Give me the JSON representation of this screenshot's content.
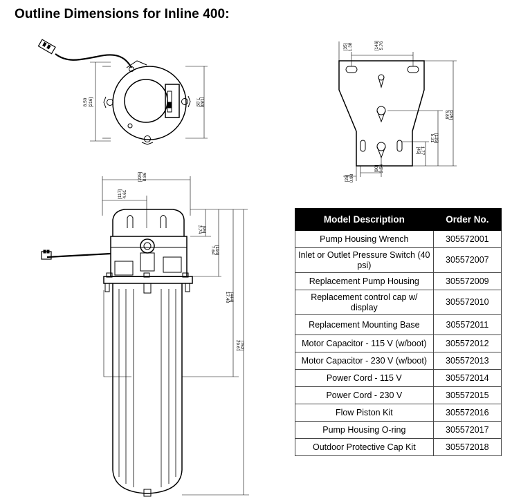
{
  "title": "Outline Dimensions for Inline 400:",
  "top_view": {
    "dims": [
      "8.50",
      "[216]",
      "7.09",
      "[180]"
    ]
  },
  "bracket_view": {
    "dims": [
      "1.38",
      "[35]",
      "5.76",
      "[146]",
      "8.86",
      "[225]",
      "5.31",
      "[135]",
      "1.77",
      "[45]",
      "3.54",
      "[90]",
      "0.98",
      "[25]"
    ]
  },
  "side_view": {
    "dims": [
      "8.86",
      "[225]",
      "4.61",
      "[117]",
      "3.74",
      "[95]",
      "7.64",
      "[194]",
      "17.48",
      "[444]",
      "29.61",
      "[752]"
    ]
  },
  "parts_table": {
    "headers": [
      "Model Description",
      "Order No."
    ],
    "rows": [
      {
        "description": "Pump Housing Wrench",
        "order_no": "305572001"
      },
      {
        "description": "Inlet or Outlet Pressure Switch (40 psi)",
        "order_no": "305572007"
      },
      {
        "description": "Replacement Pump Housing",
        "order_no": "305572009"
      },
      {
        "description": "Replacement control cap w/ display",
        "order_no": "305572010"
      },
      {
        "description": "Replacement Mounting Base",
        "order_no": "305572011"
      },
      {
        "description": "Motor Capacitor - 115 V (w/boot)",
        "order_no": "305572012"
      },
      {
        "description": "Motor Capacitor - 230 V (w/boot)",
        "order_no": "305572013"
      },
      {
        "description": "Power Cord - 115 V",
        "order_no": "305572014"
      },
      {
        "description": "Power Cord - 230 V",
        "order_no": "305572015"
      },
      {
        "description": "Flow Piston Kit",
        "order_no": "305572016"
      },
      {
        "description": "Pump Housing O-ring",
        "order_no": "305572017"
      },
      {
        "description": "Outdoor Protective Cap Kit",
        "order_no": "305572018"
      }
    ]
  }
}
